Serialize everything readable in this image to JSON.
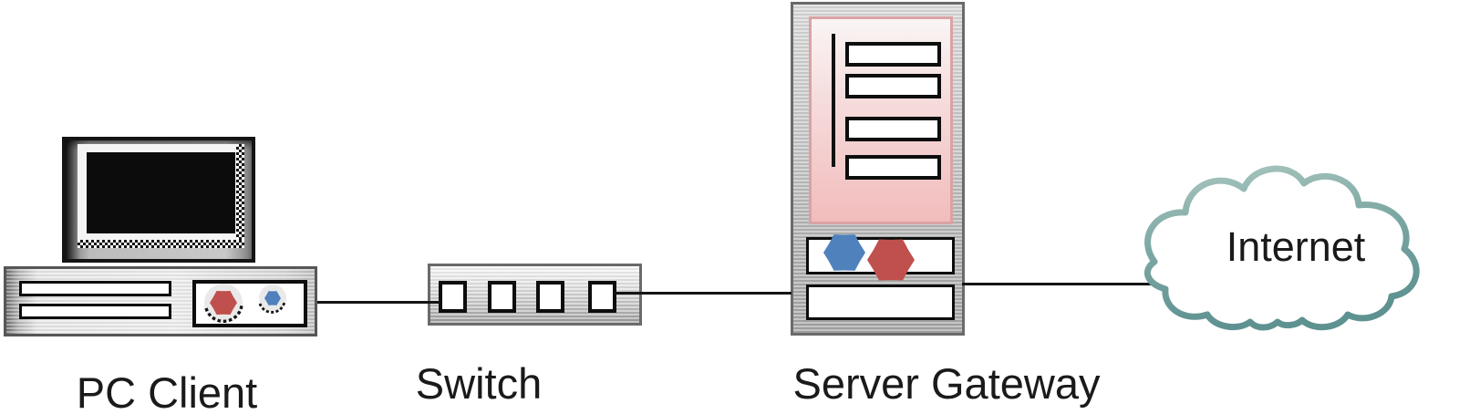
{
  "type": "network-topology-diagram",
  "nodes": [
    {
      "id": "pc-client",
      "label": "PC Client",
      "kind": "desktop-computer"
    },
    {
      "id": "switch",
      "label": "Switch",
      "kind": "network-switch",
      "visible_ports": 4
    },
    {
      "id": "server-gateway",
      "label": "Server Gateway",
      "kind": "tower-server"
    },
    {
      "id": "internet",
      "label": "Internet",
      "kind": "cloud"
    }
  ],
  "connections": [
    {
      "from": "PC Client",
      "to": "Switch"
    },
    {
      "from": "Switch",
      "to": "Server Gateway"
    },
    {
      "from": "Server Gateway",
      "to": "Internet"
    }
  ],
  "colors": {
    "background": "#ffffff",
    "connection_line": "#141414",
    "device_border": "#6a6a6a",
    "server_panel_pink": "#f2bcbc",
    "server_panel_border": "#d9a3a3",
    "accent_red": "#c0504d",
    "accent_blue": "#4f81bd",
    "cloud_teal_dark": "#5e9290",
    "cloud_teal_light": "#aac6bf",
    "screen_black": "#0c0c0c",
    "label_text": "#1a1a1a"
  }
}
